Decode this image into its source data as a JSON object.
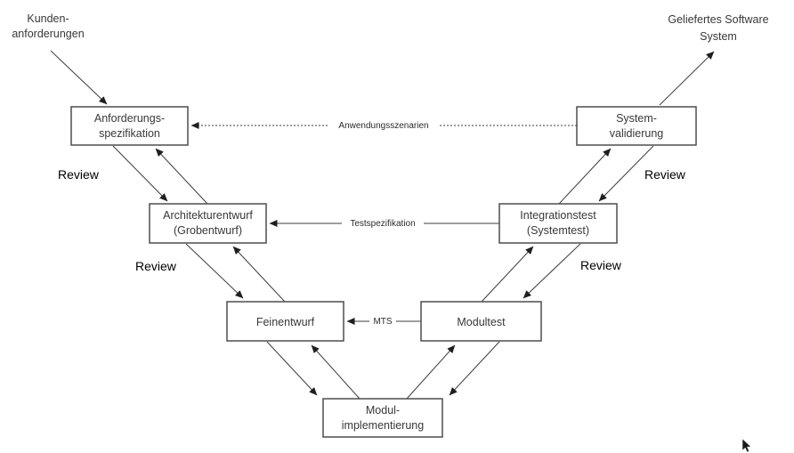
{
  "diagram": {
    "title_hint": "V-Modell (software development V-model, German)",
    "nodes": {
      "anf": {
        "line1": "Anforderungs-",
        "line2": "spezifikation"
      },
      "arch": {
        "line1": "Architekturentwurf",
        "line2": "(Grobentwurf)"
      },
      "fein": {
        "line1": "Feinentwurf",
        "line2": ""
      },
      "modimpl": {
        "line1": "Modul-",
        "line2": "implementierung"
      },
      "modtest": {
        "line1": "Modultest",
        "line2": ""
      },
      "integ": {
        "line1": "Integrationstest",
        "line2": "(Systemtest)"
      },
      "sysval": {
        "line1": "System-",
        "line2": "validierung"
      }
    },
    "external_labels": {
      "kunden": {
        "line1": "Kunden-",
        "line2": "anforderungen"
      },
      "geliefert": {
        "line1": "Geliefertes Software",
        "line2": "System"
      }
    },
    "edge_labels": {
      "anwendungsszenarien": "Anwendungsszenarien",
      "testspezifikation": "Testspezifikation",
      "mts": "MTS"
    },
    "review_labels": {
      "left_top": "Review",
      "left_mid": "Review",
      "right_top": "Review",
      "right_mid": "Review"
    },
    "colors": {
      "background": "#ffffff",
      "box_border": "#4d4d4d",
      "box_fill": "#ffffff",
      "box_text": "#383838",
      "line": "#3d3d3d",
      "review_text": "#000000"
    }
  }
}
